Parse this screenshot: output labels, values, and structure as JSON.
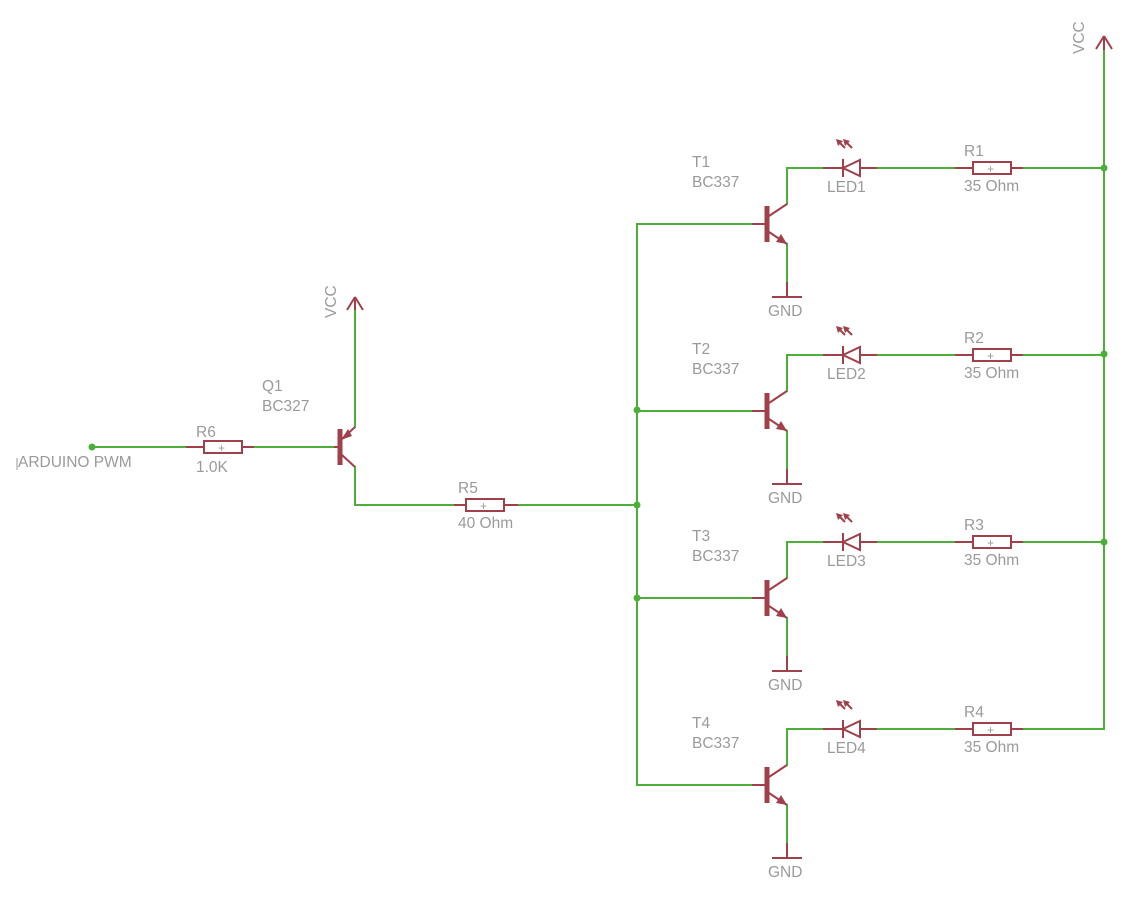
{
  "supplies": {
    "vcc_top": "VCC",
    "vcc_q1": "VCC"
  },
  "input": {
    "name": "ARDUINO PWM"
  },
  "q1": {
    "name": "Q1",
    "part": "BC327"
  },
  "r6": {
    "name": "R6",
    "value": "1.0K",
    "mark": "+"
  },
  "r5": {
    "name": "R5",
    "value": "40 Ohm",
    "mark": "+"
  },
  "stages": [
    {
      "transistor": "T1",
      "part": "BC337",
      "led": "LED1",
      "resistor": "R1",
      "value": "35 Ohm",
      "mark": "+",
      "gnd": "GND"
    },
    {
      "transistor": "T2",
      "part": "BC337",
      "led": "LED2",
      "resistor": "R2",
      "value": "35 Ohm",
      "mark": "+",
      "gnd": "GND"
    },
    {
      "transistor": "T3",
      "part": "BC337",
      "led": "LED3",
      "resistor": "R3",
      "value": "35 Ohm",
      "mark": "+",
      "gnd": "GND"
    },
    {
      "transistor": "T4",
      "part": "BC337",
      "led": "LED4",
      "resistor": "R4",
      "value": "35 Ohm",
      "mark": "+",
      "gnd": "GND"
    }
  ],
  "colors": {
    "wire": "#4caf3a",
    "component": "#a0404a",
    "label": "#9a9a9a"
  }
}
